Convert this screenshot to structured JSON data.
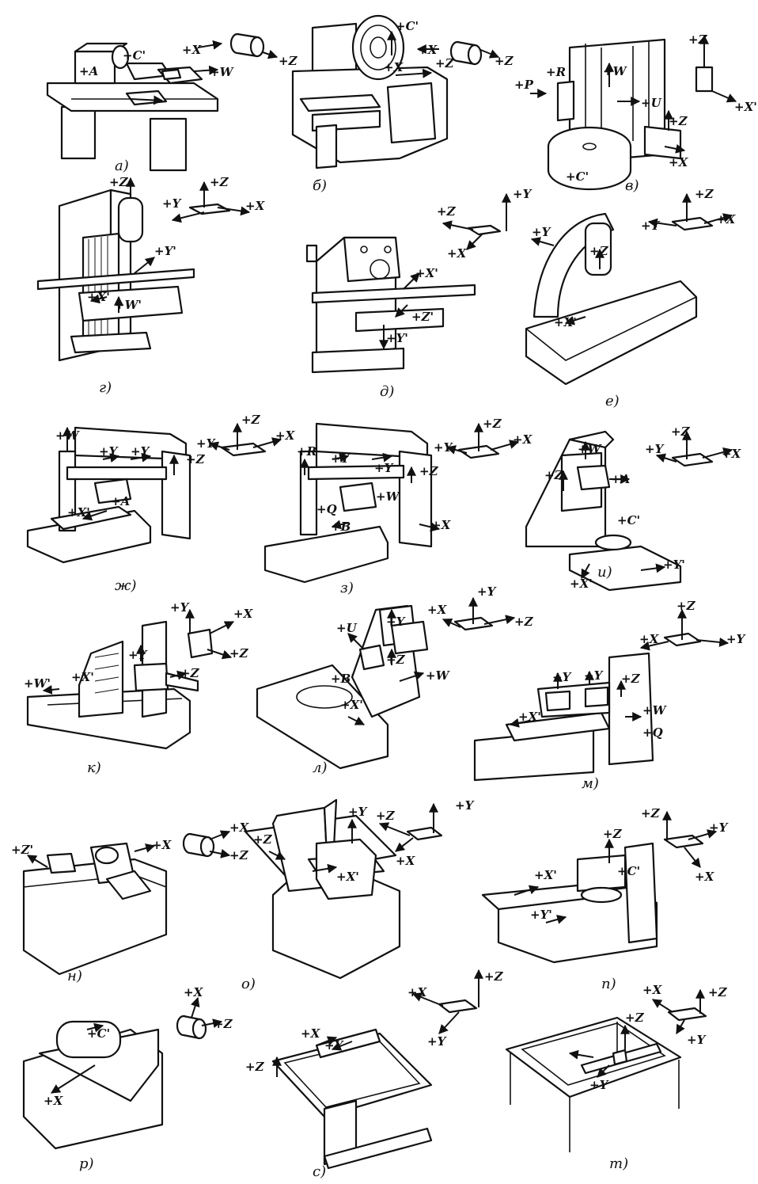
{
  "figures": [
    {
      "id": "a",
      "caption": "а)",
      "labels": [
        "+C'",
        "+A",
        "+W",
        "+X",
        "+Z"
      ]
    },
    {
      "id": "b",
      "caption": "б)",
      "labels": [
        "+C'",
        "+X",
        "+Z",
        "+X",
        "+Z"
      ]
    },
    {
      "id": "v",
      "caption": "в)",
      "labels": [
        "+Z",
        "+X'",
        "+P",
        "+R",
        "+W",
        "+U",
        "+Z",
        "+C'",
        "+X"
      ]
    },
    {
      "id": "g",
      "caption": "г)",
      "labels": [
        "+Z",
        "+Z",
        "+Y",
        "+X",
        "+Y'",
        "+X'",
        "+W'"
      ]
    },
    {
      "id": "d",
      "caption": "д)",
      "labels": [
        "+Y",
        "+Z",
        "+X",
        "+X'",
        "+Z'",
        "+Y'"
      ]
    },
    {
      "id": "e",
      "caption": "е)",
      "labels": [
        "+Z",
        "+Y",
        "+X",
        "+Y",
        "+Z",
        "+X'"
      ]
    },
    {
      "id": "zh",
      "caption": "ж)",
      "labels": [
        "+W",
        "+Y",
        "+Y",
        "+Z",
        "+X'",
        "+A",
        "+Z",
        "+Y",
        "+X"
      ]
    },
    {
      "id": "z",
      "caption": "з)",
      "labels": [
        "+R",
        "+Y",
        "+Y",
        "+W",
        "+Z",
        "+Q",
        "+B",
        "+X",
        "+Z",
        "+Y",
        "+X"
      ]
    },
    {
      "id": "i",
      "caption": "и)",
      "labels": [
        "+W",
        "+Z",
        "+A",
        "+C'",
        "+X'",
        "+Y'",
        "+Z",
        "+Y",
        "+X"
      ]
    },
    {
      "id": "k",
      "caption": "к)",
      "labels": [
        "+Y",
        "+X",
        "+Z",
        "+W'",
        "+X'",
        "+Y",
        "+Z"
      ]
    },
    {
      "id": "l",
      "caption": "л)",
      "labels": [
        "+U",
        "+Y",
        "+Z",
        "+X",
        "+W",
        "+B'",
        "+X'",
        "+Y",
        "+Z"
      ]
    },
    {
      "id": "m",
      "caption": "м)",
      "labels": [
        "+Z",
        "+X",
        "+Y",
        "+Y",
        "+Y",
        "+Z",
        "+X'",
        "+W",
        "+Q"
      ]
    },
    {
      "id": "n",
      "caption": "н)",
      "labels": [
        "+Z'",
        "+X"
      ]
    },
    {
      "id": "o",
      "caption": "о)",
      "labels": [
        "+X",
        "+Z",
        "+Z",
        "+Y",
        "+X'",
        "+Z",
        "+Y",
        "+X"
      ]
    },
    {
      "id": "p",
      "caption": "п)",
      "labels": [
        "+Z",
        "+Y",
        "+X",
        "+Z",
        "+C'",
        "+X'",
        "+Y'"
      ]
    },
    {
      "id": "r",
      "caption": "р)",
      "labels": [
        "+C'",
        "+X",
        "+X",
        "+Z"
      ]
    },
    {
      "id": "s",
      "caption": "с)",
      "labels": [
        "+X",
        "+Z",
        "+Z",
        "+Y",
        "+Y"
      ]
    },
    {
      "id": "t",
      "caption": "т)",
      "labels": [
        "+X",
        "+Z",
        "+Y",
        "+Z",
        "+X",
        "+Y"
      ]
    }
  ]
}
